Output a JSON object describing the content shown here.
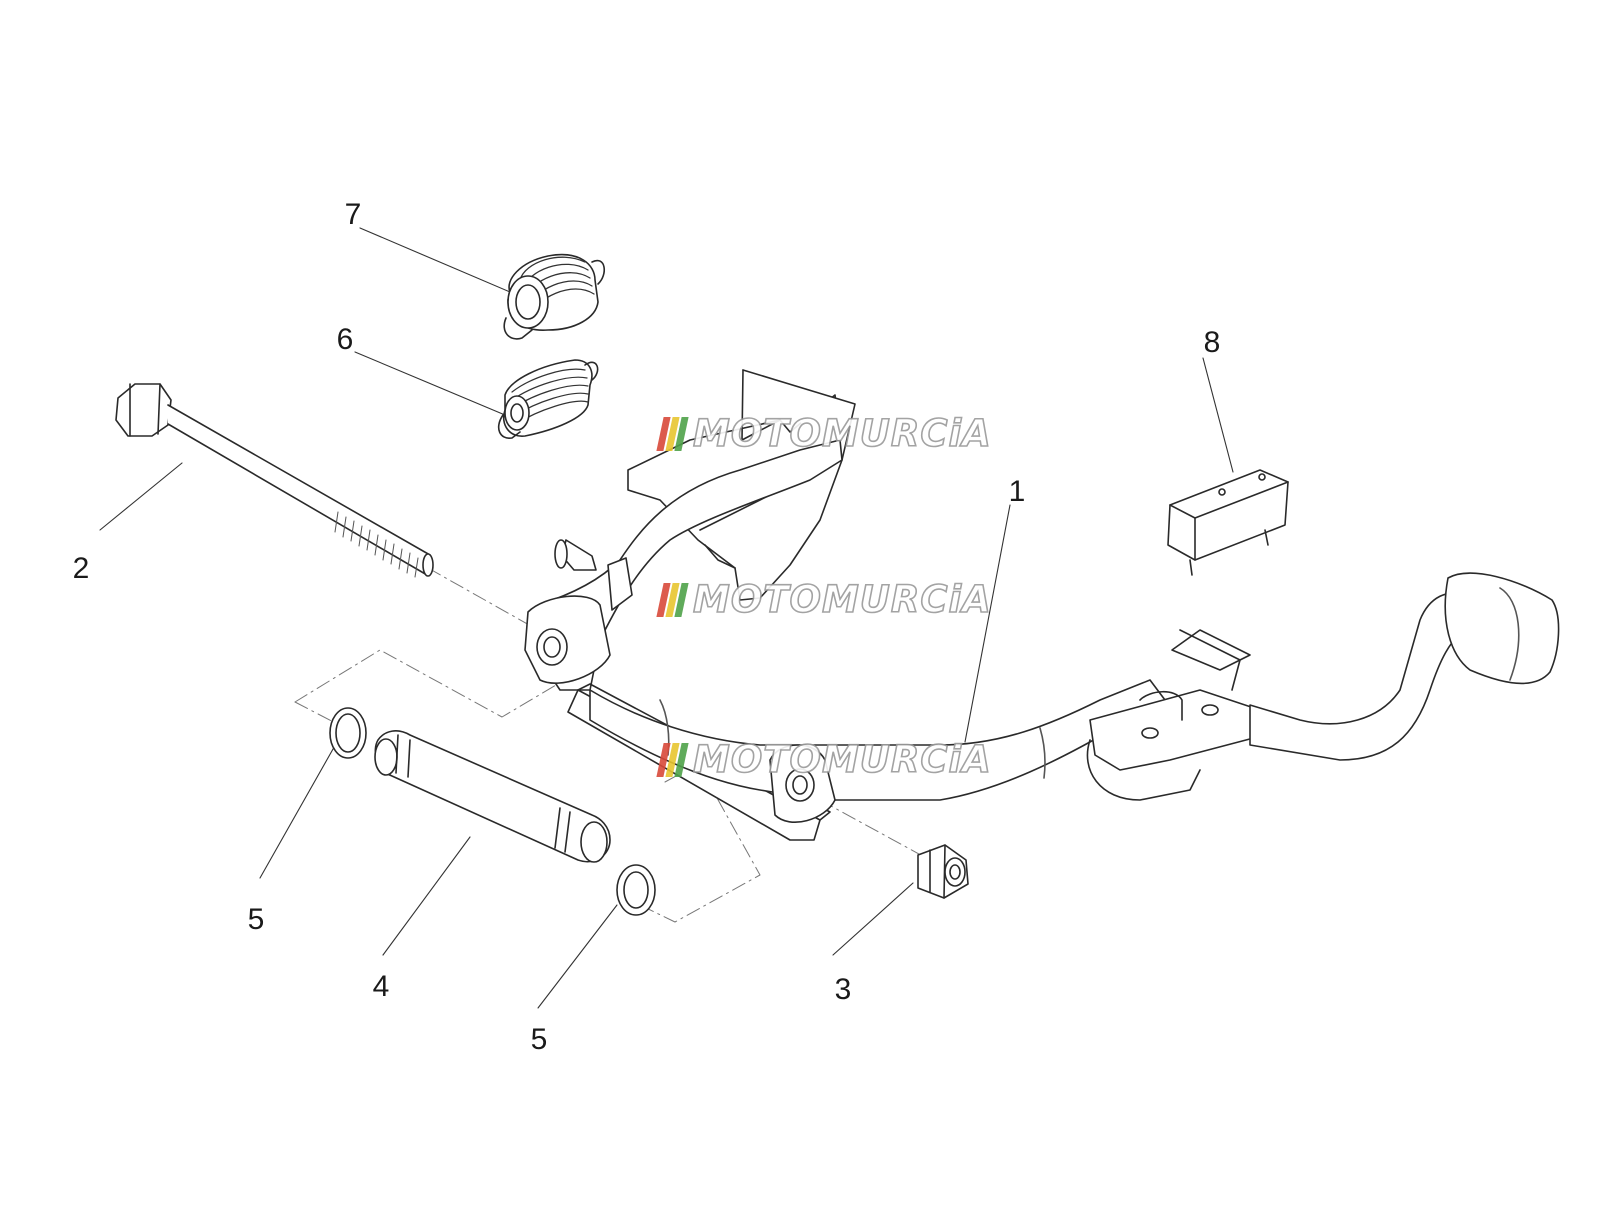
{
  "diagram": {
    "callouts": [
      {
        "id": "1",
        "label": "1"
      },
      {
        "id": "2",
        "label": "2"
      },
      {
        "id": "3",
        "label": "3"
      },
      {
        "id": "4",
        "label": "4"
      },
      {
        "id": "5a",
        "label": "5"
      },
      {
        "id": "5b",
        "label": "5"
      },
      {
        "id": "6",
        "label": "6"
      },
      {
        "id": "7",
        "label": "7"
      },
      {
        "id": "8",
        "label": "8"
      }
    ]
  },
  "watermark": {
    "text": "MOTOMURCiA",
    "colors": [
      "#d94a3a",
      "#e8c630",
      "#4fa24a"
    ]
  }
}
